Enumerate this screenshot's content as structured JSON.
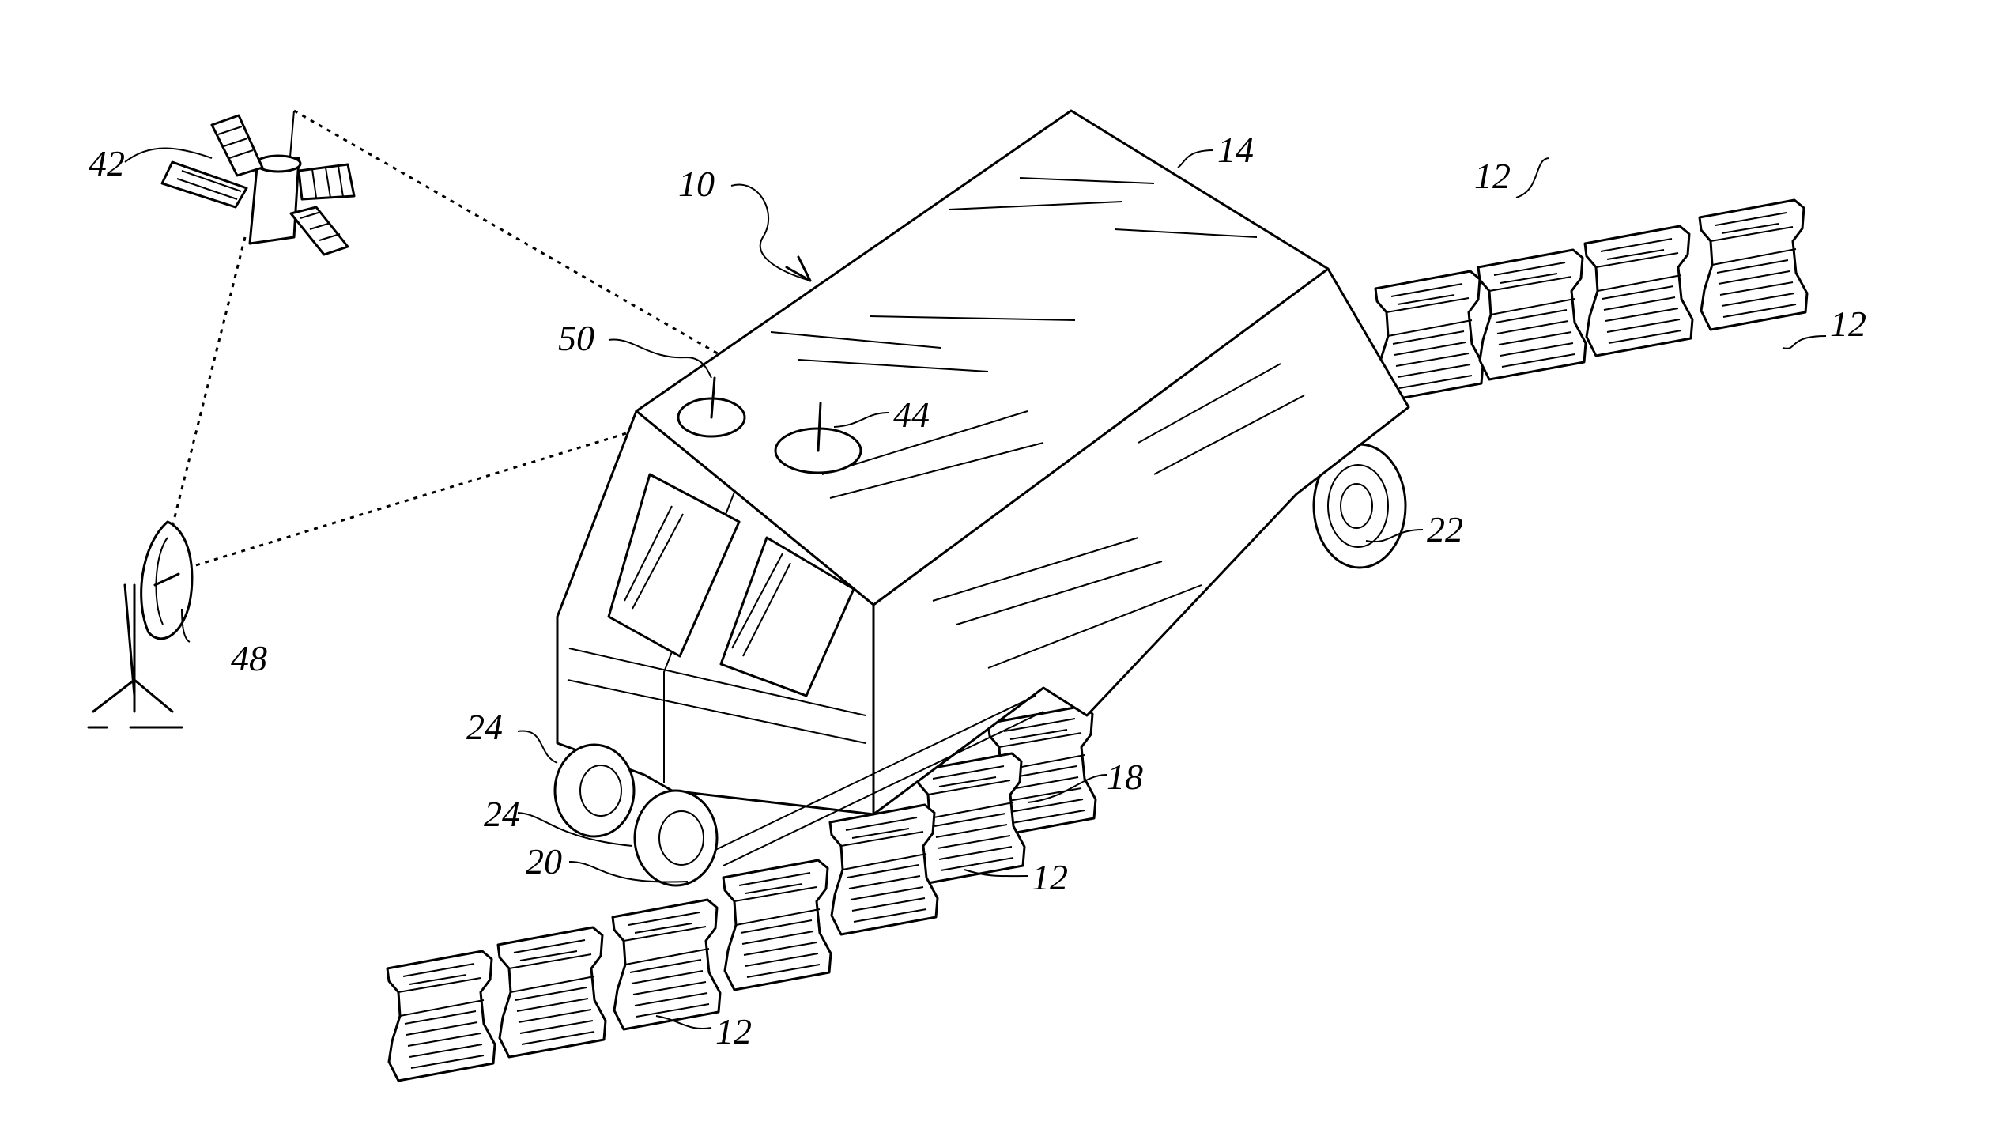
{
  "colors": {
    "ink": "#000000",
    "paper": "#ffffff"
  },
  "labels": {
    "vehicle": "10",
    "barrier_top_right": "12",
    "barrier_right_lower": "12",
    "barrier_center": "12",
    "barrier_bottom": "12",
    "roof_panel": "14",
    "transfer_conveyor": "18",
    "front_frame": "20",
    "rear_wheel": "22",
    "front_wheel_upper": "24",
    "front_wheel_lower": "24",
    "satellite": "42",
    "antenna_right": "44",
    "ground_station": "48",
    "antenna_left": "50"
  },
  "icons": {
    "satellite": "satellite-icon",
    "dish": "satellite-dish-icon",
    "vehicle": "barrier-transfer-vehicle-icon",
    "barrier": "concrete-barrier-segment-icon"
  }
}
